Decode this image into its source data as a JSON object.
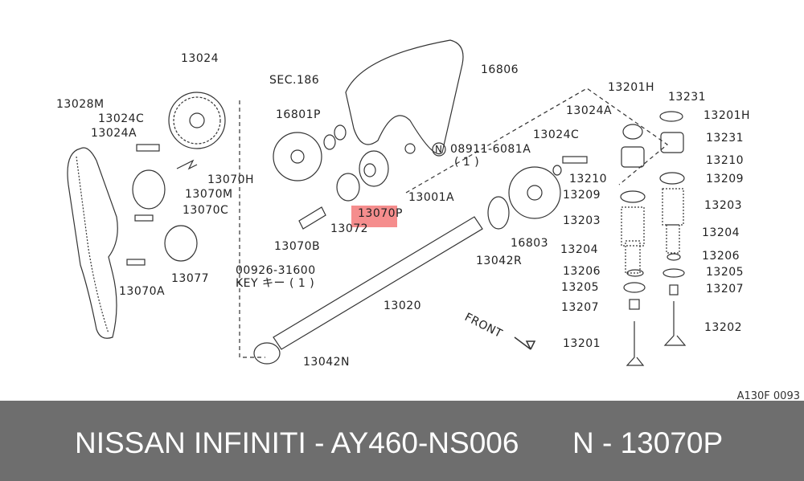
{
  "diagram": {
    "callouts": {
      "c13024": "13024",
      "sec186": "SEC.186",
      "c16806": "16806",
      "c13028M": "13028M",
      "c16801P": "16801P",
      "c13024C_l": "13024C",
      "c13024A_l": "13024A",
      "c13201H_l": "13201H",
      "c13231_l": "13231",
      "c13201H_r": "13201H",
      "c13024A_r": "13024A",
      "c13024C_r": "13024C",
      "c08911": "08911-6081A",
      "c08911_qty": "( 1 )",
      "n_symbol": "N",
      "c13231_r": "13231",
      "c13070H": "13070H",
      "c13210_l": "13210",
      "c13210_r": "13210",
      "c13070M": "13070M",
      "c13209_l": "13209",
      "c13209_r": "13209",
      "c13001A": "13001A",
      "c13070C": "13070C",
      "c13070P": "13070P",
      "c13203_l": "13203",
      "c13203_r": "13203",
      "c13072": "13072",
      "c16803": "16803",
      "c13070B": "13070B",
      "c13204_l": "13204",
      "c13204_r": "13204",
      "c13042R": "13042R",
      "c00926": "00926-31600",
      "key": "KEY   キー ( 1 )",
      "c13206_l": "13206",
      "c13206_r": "13206",
      "c13205_l": "13205",
      "c13205_r": "13205",
      "c13070A": "13070A",
      "c13077": "13077",
      "c13207_l": "13207",
      "c13207_r": "13207",
      "c13020": "13020",
      "c13202": "13202",
      "front": "FRONT",
      "c13201": "13201",
      "c13042N": "13042N"
    },
    "highlighted_part": "13070P",
    "highlight_color": "#f05050",
    "diagram_code": "A130F 0093"
  },
  "banner": {
    "brand_part": "NISSAN INFINITI - AY460-NS006",
    "part_number": "N - 13070P",
    "background": "#6e6e6e"
  }
}
